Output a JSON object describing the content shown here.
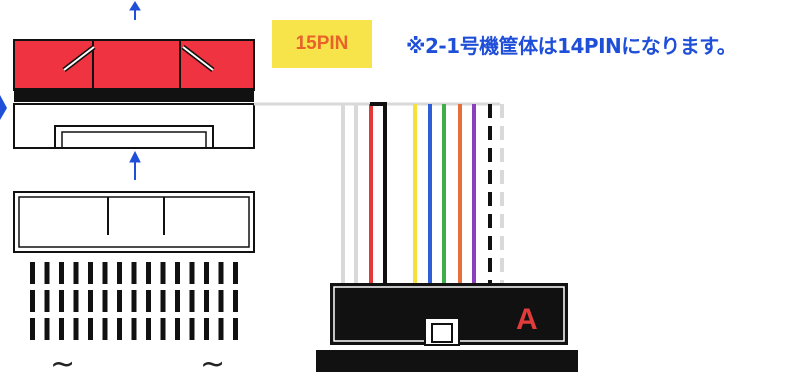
{
  "badge": {
    "label": "15PIN",
    "bg": "#f7e44a",
    "color": "#e8632a"
  },
  "note": {
    "text": "※2-1号機筐体は14PINになります。",
    "color": "#1f4fd8"
  },
  "connector_a": {
    "label": "A",
    "color": "#e23b3b"
  },
  "wave_symbol": "~",
  "wires": [
    {
      "color": "#d9d9d9",
      "style": "solid"
    },
    {
      "color": "#d9d9d9",
      "style": "solid"
    },
    {
      "color": "#e53935",
      "style": "solid"
    },
    {
      "color": "#111111",
      "style": "solid"
    },
    {
      "color": "#f4e23a",
      "style": "solid"
    },
    {
      "color": "#2f5fd6",
      "style": "solid"
    },
    {
      "color": "#3fae49",
      "style": "solid"
    },
    {
      "color": "#e5703b",
      "style": "solid"
    },
    {
      "color": "#8b3fbf",
      "style": "solid"
    },
    {
      "color": "#111111",
      "style": "dashed"
    },
    {
      "color": "#d9d9d9",
      "style": "dashed"
    }
  ],
  "colors": {
    "header_red": "#ef3340",
    "arrow_blue": "#1f4fd8",
    "outline": "#111111"
  }
}
